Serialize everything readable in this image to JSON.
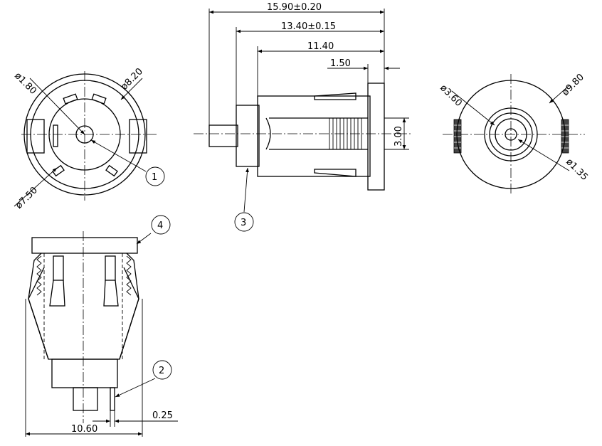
{
  "dimensions": {
    "overall_length": "15.90±0.20",
    "body_length": "13.40±0.15",
    "housing_length": "11.40",
    "flange_thickness": "1.50",
    "pin_width": "3.00",
    "pin_hole_dia": "ø1.80",
    "outer_dia_front": "ø8.20",
    "inner_dia_front": "ø7.50",
    "inner_dia_rear": "ø3.60",
    "flange_dia": "ø9.80",
    "center_pin_dia": "ø1.35",
    "lead_thickness": "0.25",
    "body_width": "10.60"
  },
  "callouts": [
    "1",
    "2",
    "3",
    "4"
  ]
}
